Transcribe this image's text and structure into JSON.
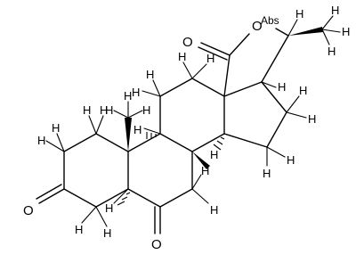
{
  "atom_labels": {
    "o_lactone_carbonyl": "O",
    "o_lactone_ring": "O",
    "o_ketone_3": "O",
    "o_ketone_6": "O",
    "abs_flag": "Abs",
    "hydrogen": "H"
  },
  "colors": {
    "ink": "#000000",
    "background": "#ffffff"
  }
}
